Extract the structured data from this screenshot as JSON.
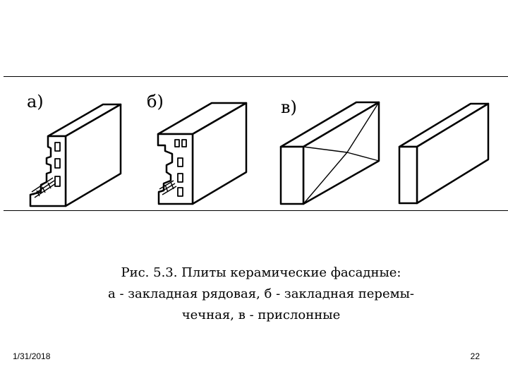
{
  "figure": {
    "labels": {
      "a": "а)",
      "b": "б)",
      "v": "в)"
    }
  },
  "caption": {
    "line1": "Рис. 5.3. Плиты керамические фасадные:",
    "line2": "а - закладная рядовая, б - закладная перемы-",
    "line3": "чечная, в - прислонные"
  },
  "footer": {
    "date": "1/31/2018",
    "page": "22"
  }
}
